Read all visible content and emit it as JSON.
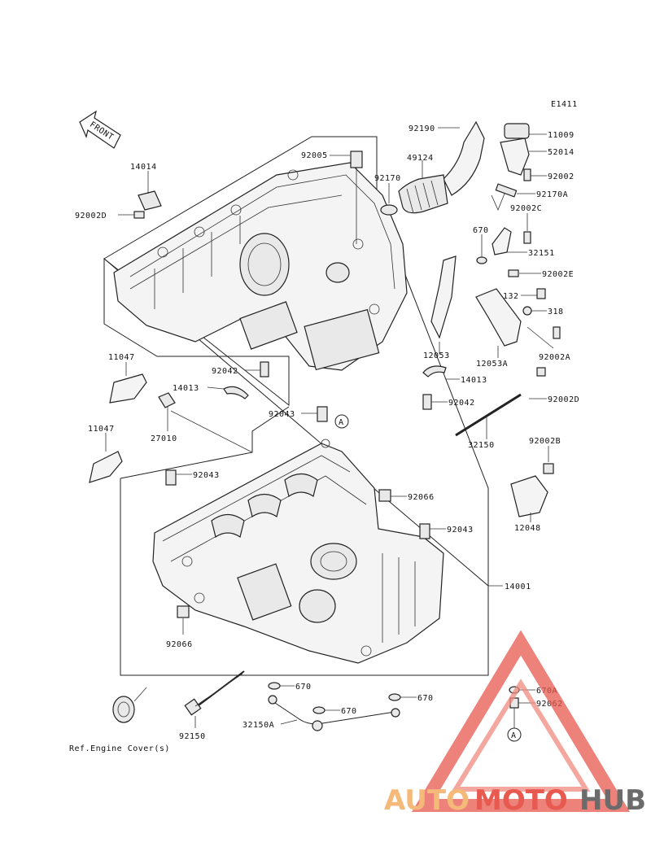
{
  "diagram_code": "E1411",
  "front_label": "FRONT",
  "parts": {
    "p92190": "92190",
    "p11009": "11009",
    "p52014": "52014",
    "p92002": "92002",
    "p92170A": "92170A",
    "p92005": "92005",
    "p49124": "49124",
    "p92170": "92170",
    "p92002C": "92002C",
    "p670_top": "670",
    "p32151": "32151",
    "p14014": "14014",
    "p92002D_left": "92002D",
    "p92002E": "92002E",
    "p132": "132",
    "p318": "318",
    "p12053": "12053",
    "p12053A": "12053A",
    "p92002A": "92002A",
    "p11047_a": "11047",
    "p92042_left": "92042",
    "p14013_left": "14013",
    "p14013_right": "14013",
    "p92002D_right": "92002D",
    "p92042_right": "92042",
    "p27010": "27010",
    "p92043_top": "92043",
    "p32150": "32150",
    "p92002B": "92002B",
    "p11047_b": "11047",
    "p92043_left": "92043",
    "p92066_right": "92066",
    "p12048": "12048",
    "p92043_right": "92043",
    "p14001": "14001",
    "p92066_bottom": "92066",
    "p670_a": "670",
    "p670_b": "670",
    "p670_c": "670",
    "p670A": "670A",
    "p92062": "92062",
    "p92150": "92150",
    "p32150A": "32150A",
    "ref_engine_cover": "Ref.Engine Cover(s)"
  },
  "callout_marker": "A",
  "watermark": {
    "part1": "AUTO",
    "part2": "MOTO",
    "part3": "HUB",
    "color1": "#f5b97a",
    "color2": "#e8594f",
    "color3": "#6b6b6b"
  }
}
